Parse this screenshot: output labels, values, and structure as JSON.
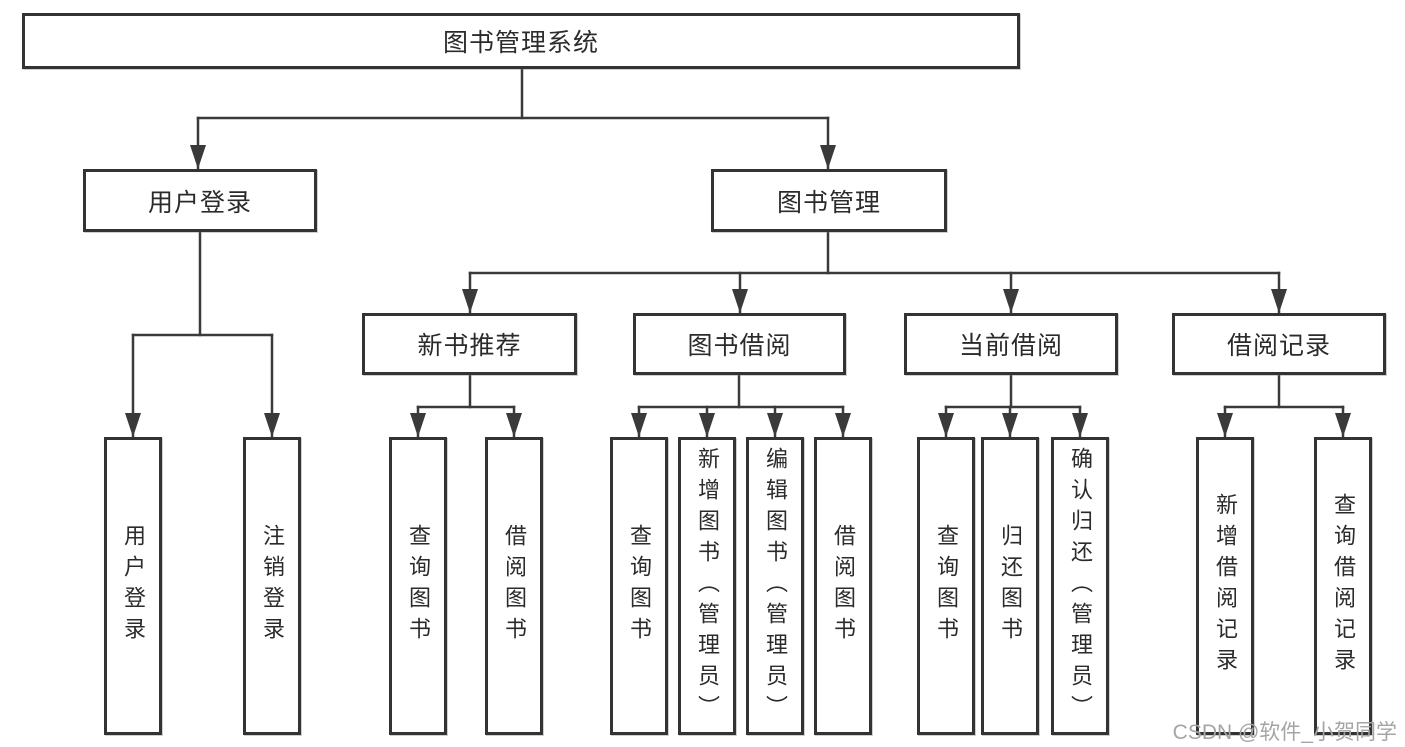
{
  "diagram_type": "hierarchy-tree",
  "tree": {
    "label": "图书管理系统",
    "children": [
      {
        "label": "用户登录",
        "children": [
          {
            "label": "用户登录"
          },
          {
            "label": "注销登录"
          }
        ]
      },
      {
        "label": "图书管理",
        "children": [
          {
            "label": "新书推荐",
            "children": [
              {
                "label": "查询图书"
              },
              {
                "label": "借阅图书"
              }
            ]
          },
          {
            "label": "图书借阅",
            "children": [
              {
                "label": "查询图书"
              },
              {
                "label": "新增图书（管理员）"
              },
              {
                "label": "编辑图书（管理员）"
              },
              {
                "label": "借阅图书"
              }
            ]
          },
          {
            "label": "当前借阅",
            "children": [
              {
                "label": "查询图书"
              },
              {
                "label": "归还图书"
              },
              {
                "label": "确认归还（管理员）"
              }
            ]
          },
          {
            "label": "借阅记录",
            "children": [
              {
                "label": "新增借阅记录"
              },
              {
                "label": "查询借阅记录"
              }
            ]
          }
        ]
      }
    ]
  },
  "colors": {
    "line": "#3a3a3a",
    "box_border": "#333333",
    "text": "#2b2b2b",
    "background": "#ffffff",
    "watermark": "#a5a5a5"
  },
  "watermark": {
    "text": "CSDN @软件_小贺同学"
  }
}
